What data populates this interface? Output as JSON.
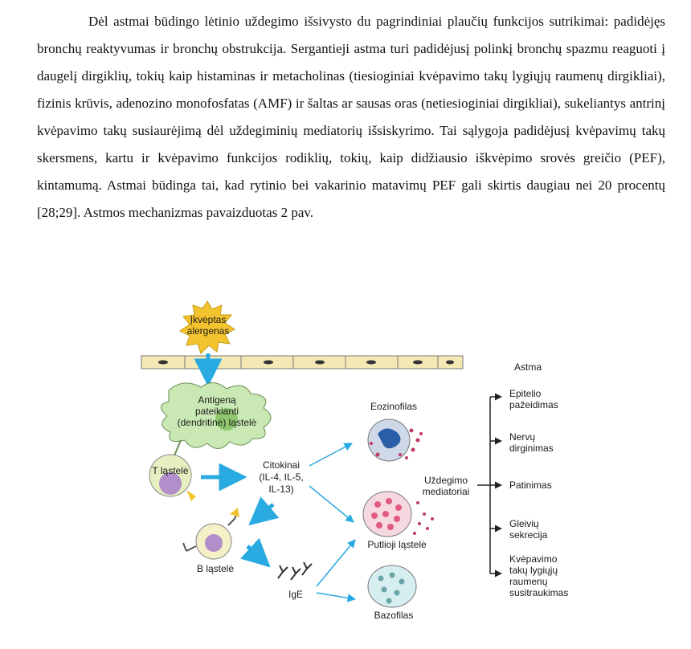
{
  "paragraph": "Dėl astmai būdingo lėtinio uždegimo išsivysto du pagrindiniai plaučių funkcijos sutrikimai: padidėjęs bronchų reaktyvumas ir bronchų obstrukcija. Sergantieji astma turi padidėjusį polinkį bronchų spazmu reaguoti į daugelį dirgiklių, tokių kaip histaminas ir metacholinas (tiesioginiai kvėpavimo takų lygiųjų raumenų dirgikliai), fizinis krūvis, adenozino monofosfatas (AMF) ir šaltas ar sausas oras (netiesioginiai dirgikliai), sukeliantys antrinį kvėpavimo takų susiaurėjimą dėl uždegiminių mediatorių išsiskyrimo. Tai sąlygoja padidėjusį kvėpavimų takų skersmens, kartu ir kvėpavimo funkcijos rodiklių, tokių, kaip didžiausio iškvėpimo srovės greičio (PEF), kintamumą. Astmai būdinga tai, kad rytinio bei vakarinio matavimų PEF gali skirtis daugiau nei 20 procentų [28;29]. Astmos mechanizmas pavaizduotas 2 pav.",
  "diagram": {
    "allergen": [
      "Įkvėptas",
      "alergenas"
    ],
    "antigen_cell": [
      "Antigeną",
      "pateikianti",
      "(dendritinė) ląstelė"
    ],
    "t_cell": "T ląstelė",
    "b_cell": "B ląstelė",
    "cytokines": [
      "Citokinai",
      "(IL-4, IL-5,",
      "IL-13)"
    ],
    "ige": "IgE",
    "eosinophil": "Eozinofilas",
    "mast_cell": "Putlioji ląstelė",
    "basophil": "Bazofilas",
    "mediators": [
      "Uždegimo",
      "mediatoriai"
    ],
    "asthma": "Astma",
    "outcomes": [
      [
        "Epitelio",
        "pažeidimas"
      ],
      [
        "Nervų",
        "dirginimas"
      ],
      [
        "Patinimas"
      ],
      [
        "Gleivių",
        "sekrecija"
      ],
      [
        "Kvėpavimo",
        "takų lygiųjų",
        "raumenų",
        "susitraukimas"
      ]
    ]
  },
  "colors": {
    "arrow_blue": "#29aae1",
    "cell_green": "#c9e8b4",
    "cell_purple": "#b28fca",
    "epithelium": "#f4e9b5",
    "allergen_yellow": "#f4c430"
  }
}
